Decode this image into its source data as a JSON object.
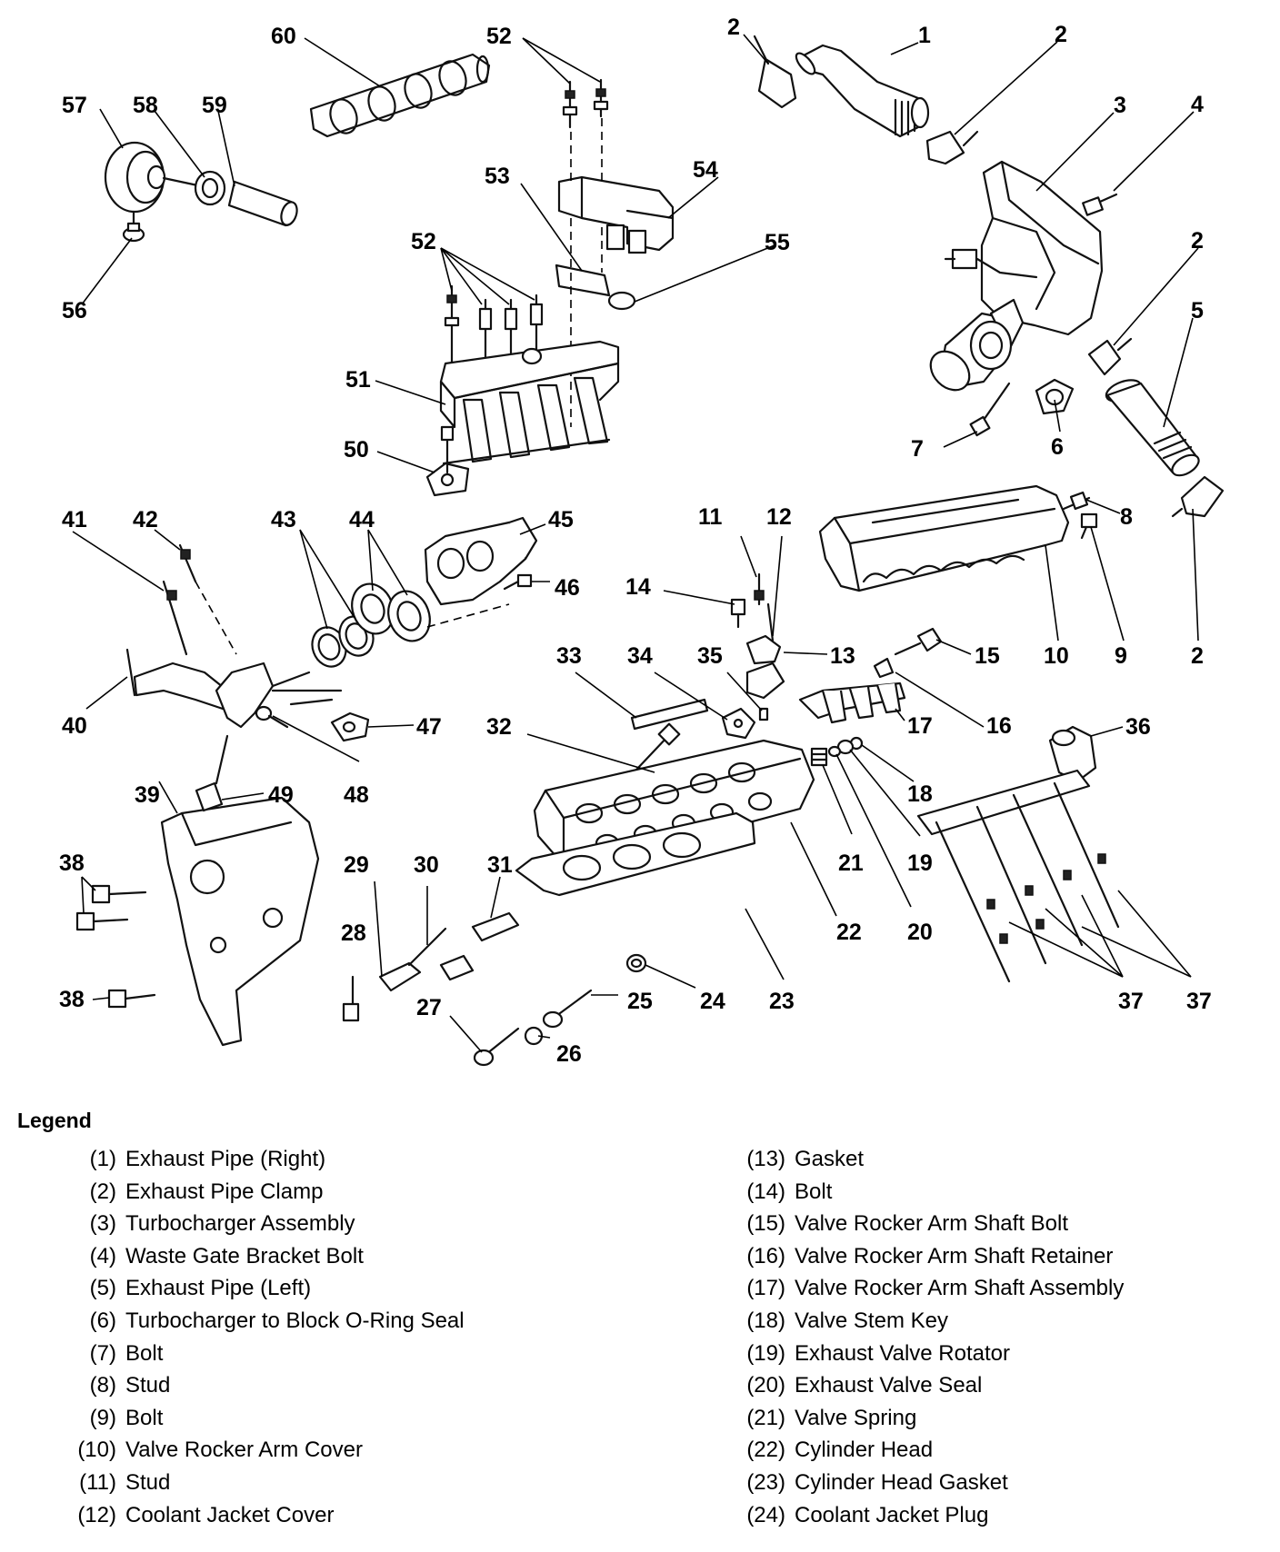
{
  "diagram": {
    "callouts": [
      {
        "n": "1"
      },
      {
        "n": "2"
      },
      {
        "n": "2"
      },
      {
        "n": "3"
      },
      {
        "n": "4"
      },
      {
        "n": "2"
      },
      {
        "n": "5"
      },
      {
        "n": "6"
      },
      {
        "n": "7"
      },
      {
        "n": "8"
      },
      {
        "n": "9"
      },
      {
        "n": "2"
      },
      {
        "n": "10"
      },
      {
        "n": "11"
      },
      {
        "n": "12"
      },
      {
        "n": "13"
      },
      {
        "n": "14"
      },
      {
        "n": "15"
      },
      {
        "n": "16"
      },
      {
        "n": "17"
      },
      {
        "n": "18"
      },
      {
        "n": "19"
      },
      {
        "n": "20"
      },
      {
        "n": "21"
      },
      {
        "n": "22"
      },
      {
        "n": "23"
      },
      {
        "n": "24"
      },
      {
        "n": "25"
      },
      {
        "n": "26"
      },
      {
        "n": "27"
      },
      {
        "n": "28"
      },
      {
        "n": "29"
      },
      {
        "n": "30"
      },
      {
        "n": "31"
      },
      {
        "n": "32"
      },
      {
        "n": "33"
      },
      {
        "n": "34"
      },
      {
        "n": "35"
      },
      {
        "n": "36"
      },
      {
        "n": "37"
      },
      {
        "n": "37"
      },
      {
        "n": "38"
      },
      {
        "n": "38"
      },
      {
        "n": "39"
      },
      {
        "n": "40"
      },
      {
        "n": "41"
      },
      {
        "n": "42"
      },
      {
        "n": "43"
      },
      {
        "n": "44"
      },
      {
        "n": "45"
      },
      {
        "n": "46"
      },
      {
        "n": "47"
      },
      {
        "n": "48"
      },
      {
        "n": "49"
      },
      {
        "n": "50"
      },
      {
        "n": "51"
      },
      {
        "n": "52"
      },
      {
        "n": "52"
      },
      {
        "n": "53"
      },
      {
        "n": "54"
      },
      {
        "n": "55"
      },
      {
        "n": "56"
      },
      {
        "n": "57"
      },
      {
        "n": "58"
      },
      {
        "n": "59"
      },
      {
        "n": "60"
      }
    ]
  },
  "legend": {
    "title": "Legend",
    "left": [
      {
        "num": "(1)",
        "label": "Exhaust Pipe (Right)"
      },
      {
        "num": "(2)",
        "label": "Exhaust Pipe Clamp"
      },
      {
        "num": "(3)",
        "label": "Turbocharger Assembly"
      },
      {
        "num": "(4)",
        "label": "Waste Gate Bracket Bolt"
      },
      {
        "num": "(5)",
        "label": "Exhaust Pipe (Left)"
      },
      {
        "num": "(6)",
        "label": "Turbocharger to Block O-Ring Seal"
      },
      {
        "num": "(7)",
        "label": "Bolt"
      },
      {
        "num": "(8)",
        "label": "Stud"
      },
      {
        "num": "(9)",
        "label": "Bolt"
      },
      {
        "num": "(10)",
        "label": "Valve Rocker Arm Cover"
      },
      {
        "num": "(11)",
        "label": "Stud"
      },
      {
        "num": "(12)",
        "label": "Coolant Jacket Cover"
      }
    ],
    "right": [
      {
        "num": "(13)",
        "label": "Gasket"
      },
      {
        "num": "(14)",
        "label": "Bolt"
      },
      {
        "num": "(15)",
        "label": "Valve Rocker Arm Shaft Bolt"
      },
      {
        "num": "(16)",
        "label": "Valve Rocker Arm Shaft Retainer"
      },
      {
        "num": "(17)",
        "label": "Valve Rocker Arm Shaft Assembly"
      },
      {
        "num": "(18)",
        "label": "Valve Stem Key"
      },
      {
        "num": "(19)",
        "label": "Exhaust Valve Rotator"
      },
      {
        "num": "(20)",
        "label": "Exhaust Valve Seal"
      },
      {
        "num": "(21)",
        "label": "Valve Spring"
      },
      {
        "num": "(22)",
        "label": "Cylinder Head"
      },
      {
        "num": "(23)",
        "label": "Cylinder Head Gasket"
      },
      {
        "num": "(24)",
        "label": "Coolant Jacket Plug"
      }
    ]
  }
}
